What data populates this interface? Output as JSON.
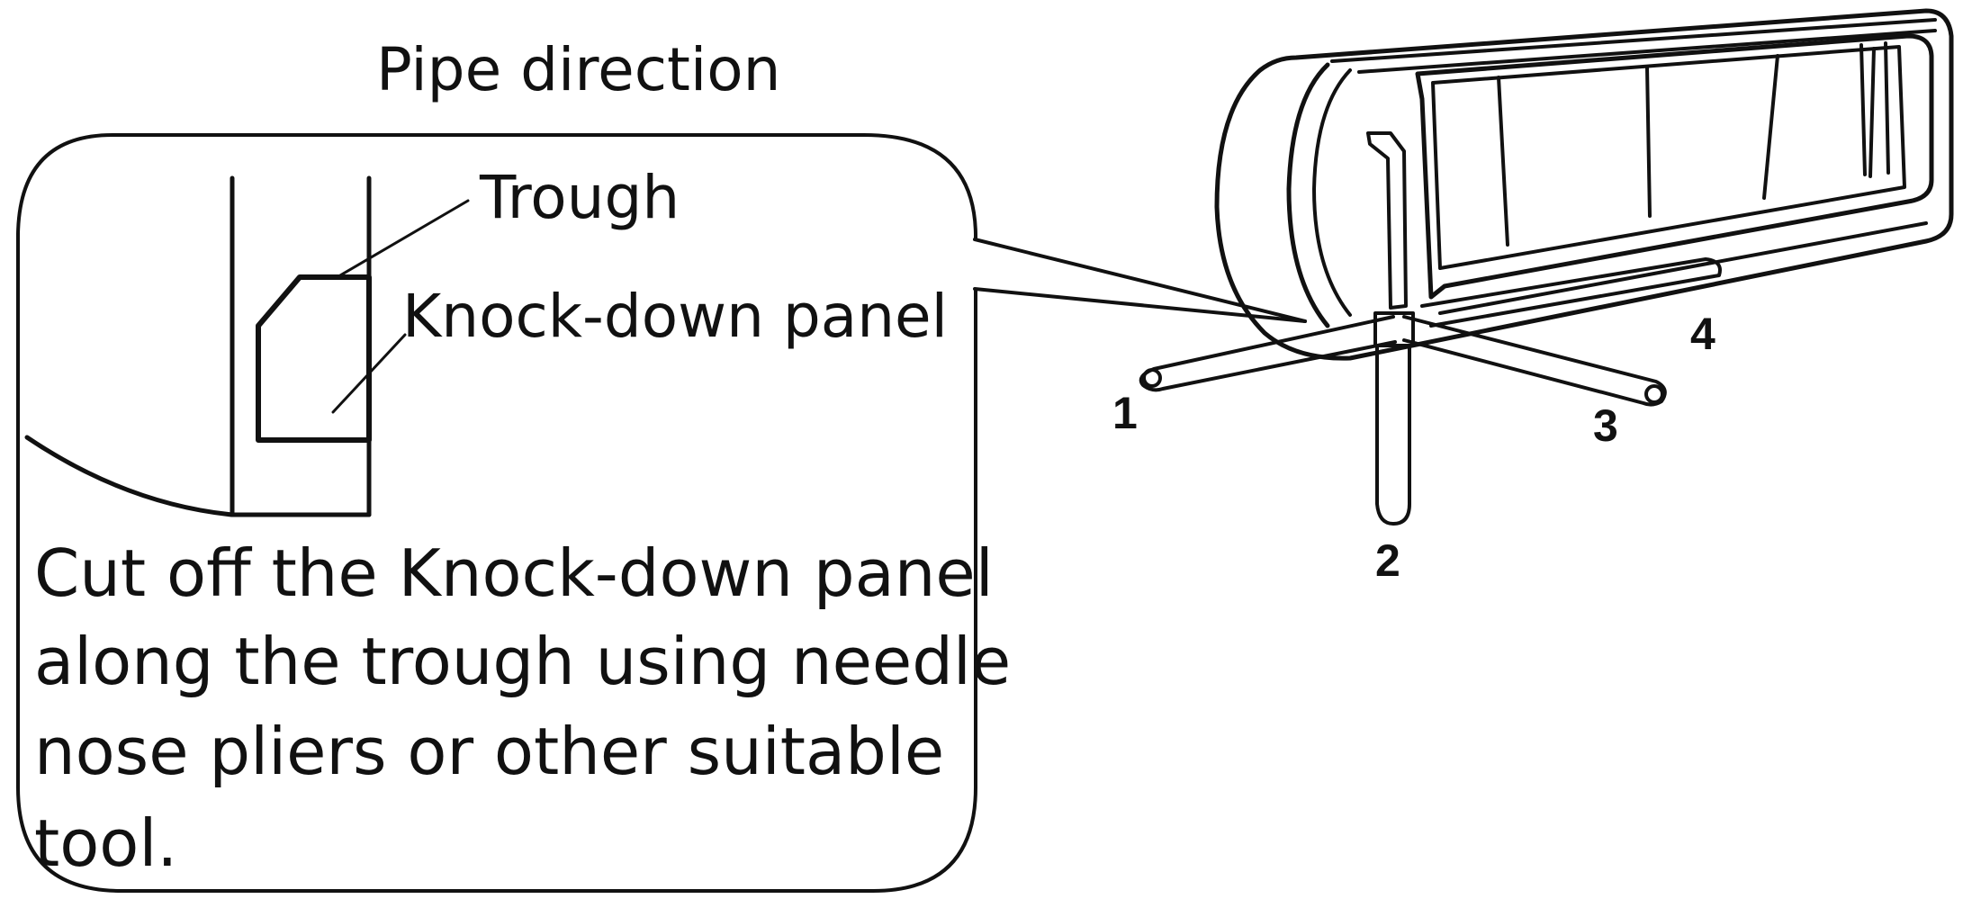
{
  "labels": {
    "title": "Pipe direction",
    "trough": "Trough",
    "panel": "Knock-down panel"
  },
  "instruction": [
    "Cut off the Knock-down panel",
    "along the trough using needle",
    "nose pliers or other suitable",
    "tool."
  ],
  "pipe_numbers": [
    "1",
    "2",
    "3",
    "4"
  ],
  "colors": {
    "ink": "#111111",
    "background": "#ffffff"
  }
}
